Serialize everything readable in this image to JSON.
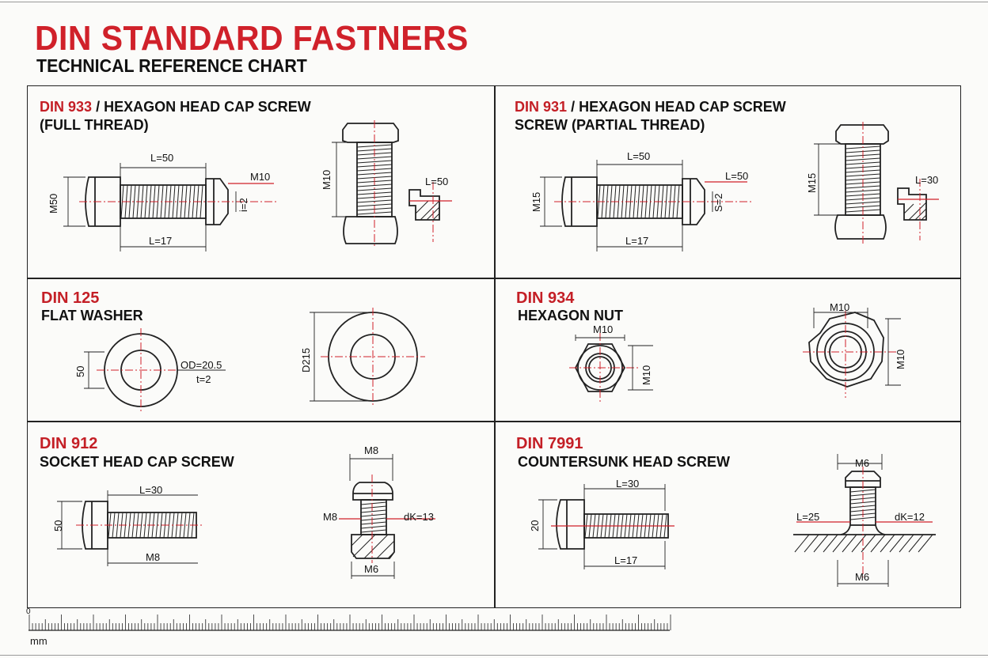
{
  "title": "DIN STANDARD FASTNERS",
  "subtitle": "TECHNICAL REFERENCE CHART",
  "panels": {
    "din933": {
      "code": "DIN 933",
      "name": "/ HEXAGON HEAD CAP SCREW",
      "name2": "(FULL THREAD)",
      "dims": {
        "top_len": "L=50",
        "bottom_len": "L=17",
        "head_dia": "M50",
        "thread": "M10",
        "pitch": "i=2",
        "vert": "M10",
        "detail": "L=50"
      }
    },
    "din931": {
      "code": "DIN 931",
      "name": "/ HEXAGON HEAD CAP SCREW",
      "name2": "SCREW (PARTIAL THREAD)",
      "dims": {
        "top_len": "L=50",
        "bottom_len": "L=17",
        "head_dia": "M15",
        "thread": "L=50",
        "pitch": "S=2",
        "vert": "M15",
        "detail": "L=30"
      }
    },
    "din125": {
      "code": "DIN 125",
      "name": "FLAT WASHER",
      "dims": {
        "small_dia": "50",
        "od": "OD=20.5",
        "thk": "t=2",
        "large_dia": "D215"
      }
    },
    "din934": {
      "code": "DIN 934",
      "name": "HEXAGON NUT",
      "dims": {
        "small_top": "M10",
        "small_side": "M10",
        "large_top": "M10",
        "large_side": "M10"
      }
    },
    "din912": {
      "code": "DIN 912",
      "name": "SOCKET HEAD CAP SCREW",
      "dims": {
        "length": "L=30",
        "head_dia": "50",
        "thread": "M8",
        "v_top": "M8",
        "v_left": "M8",
        "v_dk": "dK=13",
        "v_bottom": "M6"
      }
    },
    "din7991": {
      "code": "DIN 7991",
      "name": "COUNTERSUNK HEAD SCREW",
      "dims": {
        "length": "L=30",
        "head_dia": "20",
        "bottom_len": "L=17",
        "v_top": "M6",
        "v_left": "L=25",
        "v_dk": "dK=12",
        "v_bottom": "M6"
      }
    }
  },
  "ruler": {
    "zero": "0",
    "unit": "mm"
  }
}
